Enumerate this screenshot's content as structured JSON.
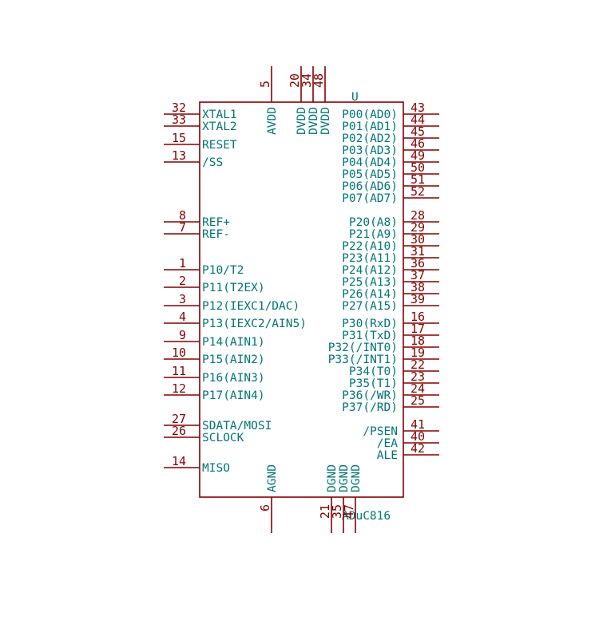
{
  "component": {
    "reference": "U",
    "value": "ADuC816"
  },
  "colors": {
    "body": "#840000",
    "pin_number": "#840000",
    "pin_name": "#007575",
    "background": "#ffffff"
  },
  "pins": {
    "left": [
      {
        "num": "32",
        "name": "XTAL1"
      },
      {
        "num": "33",
        "name": "XTAL2"
      },
      {
        "num": "15",
        "name": "RESET"
      },
      {
        "num": "13",
        "name": "/SS"
      },
      {
        "num": "8",
        "name": "REF+"
      },
      {
        "num": "7",
        "name": "REF-"
      },
      {
        "num": "1",
        "name": "P10/T2"
      },
      {
        "num": "2",
        "name": "P11(T2EX)"
      },
      {
        "num": "3",
        "name": "P12(IEXC1/DAC)"
      },
      {
        "num": "4",
        "name": "P13(IEXC2/AIN5)"
      },
      {
        "num": "9",
        "name": "P14(AIN1)"
      },
      {
        "num": "10",
        "name": "P15(AIN2)"
      },
      {
        "num": "11",
        "name": "P16(AIN3)"
      },
      {
        "num": "12",
        "name": "P17(AIN4)"
      },
      {
        "num": "27",
        "name": "SDATA/MOSI"
      },
      {
        "num": "26",
        "name": "SCLOCK"
      },
      {
        "num": "14",
        "name": "MISO"
      }
    ],
    "right": [
      {
        "num": "43",
        "name": "P00(AD0)"
      },
      {
        "num": "44",
        "name": "P01(AD1)"
      },
      {
        "num": "45",
        "name": "P02(AD2)"
      },
      {
        "num": "46",
        "name": "P03(AD3)"
      },
      {
        "num": "49",
        "name": "P04(AD4)"
      },
      {
        "num": "50",
        "name": "P05(AD5)"
      },
      {
        "num": "51",
        "name": "P06(AD6)"
      },
      {
        "num": "52",
        "name": "P07(AD7)"
      },
      {
        "num": "28",
        "name": "P20(A8)"
      },
      {
        "num": "29",
        "name": "P21(A9)"
      },
      {
        "num": "30",
        "name": "P22(A10)"
      },
      {
        "num": "31",
        "name": "P23(A11)"
      },
      {
        "num": "36",
        "name": "P24(A12)"
      },
      {
        "num": "37",
        "name": "P25(A13)"
      },
      {
        "num": "38",
        "name": "P26(A14)"
      },
      {
        "num": "39",
        "name": "P27(A15)"
      },
      {
        "num": "16",
        "name": "P30(RxD)"
      },
      {
        "num": "17",
        "name": "P31(TxD)"
      },
      {
        "num": "18",
        "name": "P32(/INT0)"
      },
      {
        "num": "19",
        "name": "P33(/INT1)"
      },
      {
        "num": "22",
        "name": "P34(T0)"
      },
      {
        "num": "23",
        "name": "P35(T1)"
      },
      {
        "num": "24",
        "name": "P36(/WR)"
      },
      {
        "num": "25",
        "name": "P37(/RD)"
      },
      {
        "num": "41",
        "name": "/PSEN"
      },
      {
        "num": "40",
        "name": "/EA"
      },
      {
        "num": "42",
        "name": "ALE"
      }
    ],
    "top": [
      {
        "num": "5",
        "name": "AVDD"
      },
      {
        "num": "20",
        "name": "DVDD"
      },
      {
        "num": "34",
        "name": "DVDD"
      },
      {
        "num": "48",
        "name": "DVDD"
      }
    ],
    "bottom": [
      {
        "num": "6",
        "name": "AGND"
      },
      {
        "num": "21",
        "name": "DGND"
      },
      {
        "num": "35",
        "name": "DGND"
      },
      {
        "num": "47",
        "name": "DGND"
      }
    ]
  }
}
